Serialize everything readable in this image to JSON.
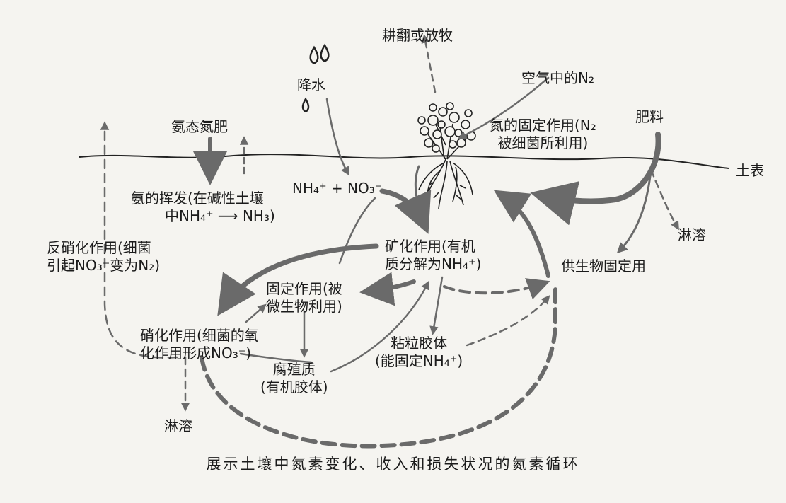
{
  "labels": {
    "tillage": "耕翻或放牧",
    "precipitation": "降水",
    "air_n2": "空气中的N₂",
    "ammonium_fertilizer": "氨态氮肥",
    "fixation_bacteria": [
      "氮的固定作用(N₂",
      "被细菌所利用)"
    ],
    "manure": "肥料",
    "soil_surface": "土表",
    "volatilization": [
      "氨的挥发(在碱性土壤",
      "中NH₄⁺ ⟶ NH₃)"
    ],
    "nh4_no3": "NH₄⁺ + NO₃⁻",
    "leaching_right": "淋溶",
    "denitrification": [
      "反硝化作用(细菌",
      "引起NO₃⁻变为N₂)"
    ],
    "mineralization": [
      "矿化作用(有机",
      "质分解为NH₄⁺)"
    ],
    "biological_fixation_supply": "供生物固定用",
    "immobilization": [
      "固定作用(被",
      "微生物利用)"
    ],
    "nitrification": [
      "硝化作用(细菌的氧",
      "化作用形成NO₃⁻)"
    ],
    "clay_colloid": [
      "粘粒胶体",
      "(能固定NH₄⁺)"
    ],
    "humus": [
      "腐殖质",
      "(有机胶体)"
    ],
    "leaching_left": "淋溶",
    "caption": "展示土壤中氮素变化、收入和损失状况的氮素循环"
  },
  "colors": {
    "ink": "#1b1b1b",
    "arrow": "#6a6a6a",
    "paper": "#f5f4f0"
  }
}
